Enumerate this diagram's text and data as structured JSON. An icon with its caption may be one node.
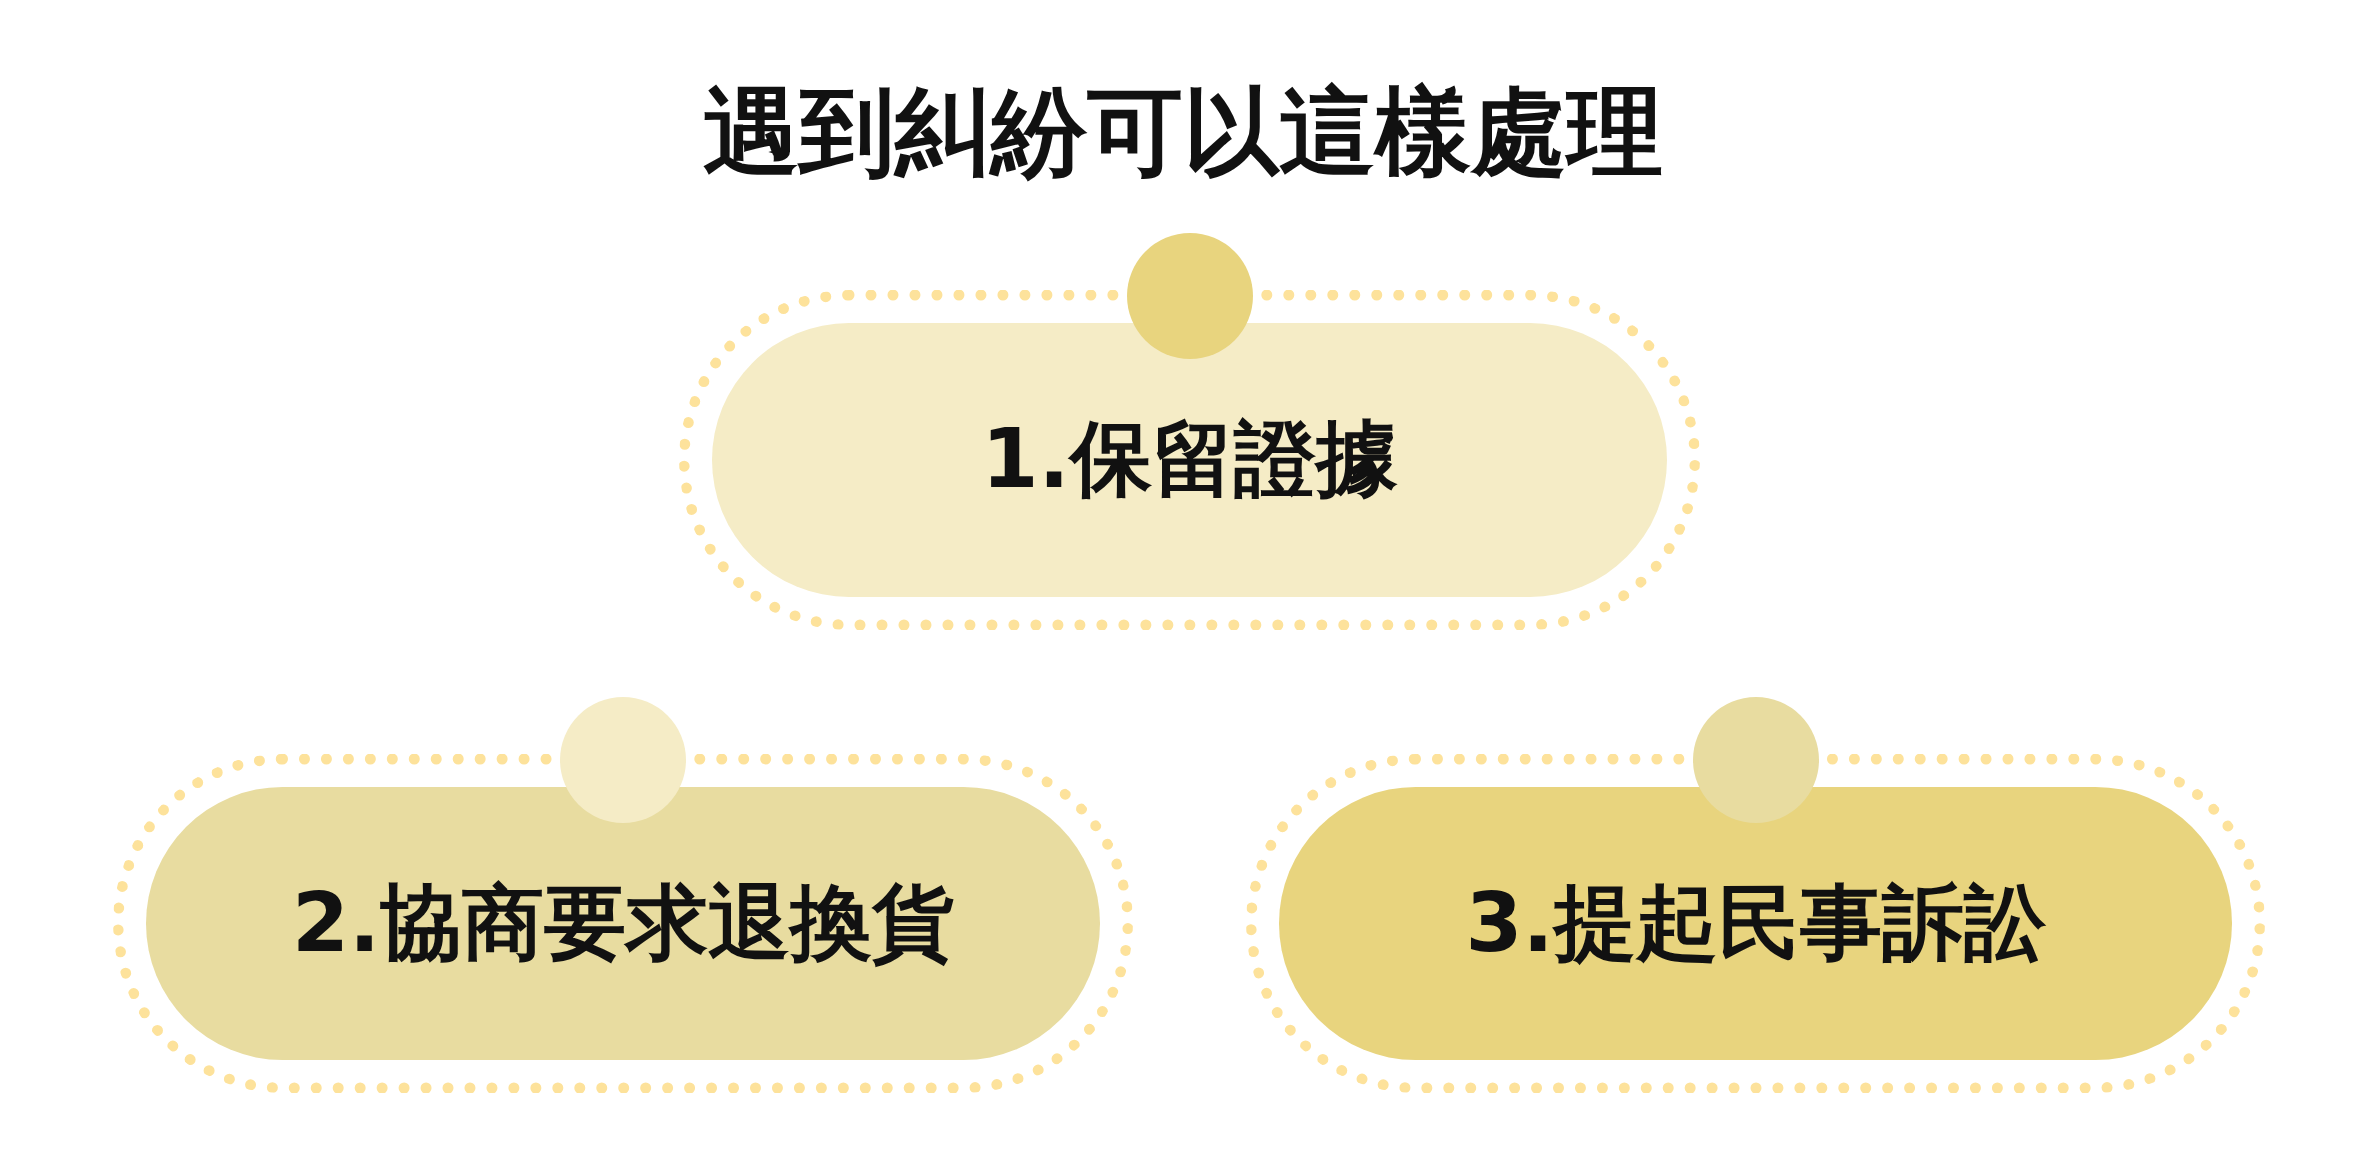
{
  "diagram": {
    "title": "遇到糾紛可以這樣處理",
    "nodes": [
      {
        "text": [
          "1.保留證據"
        ]
      },
      {
        "text": [
          "2.協商要求退換貨"
        ]
      },
      {
        "text": [
          "3.提起民事訴訟"
        ]
      }
    ]
  }
}
